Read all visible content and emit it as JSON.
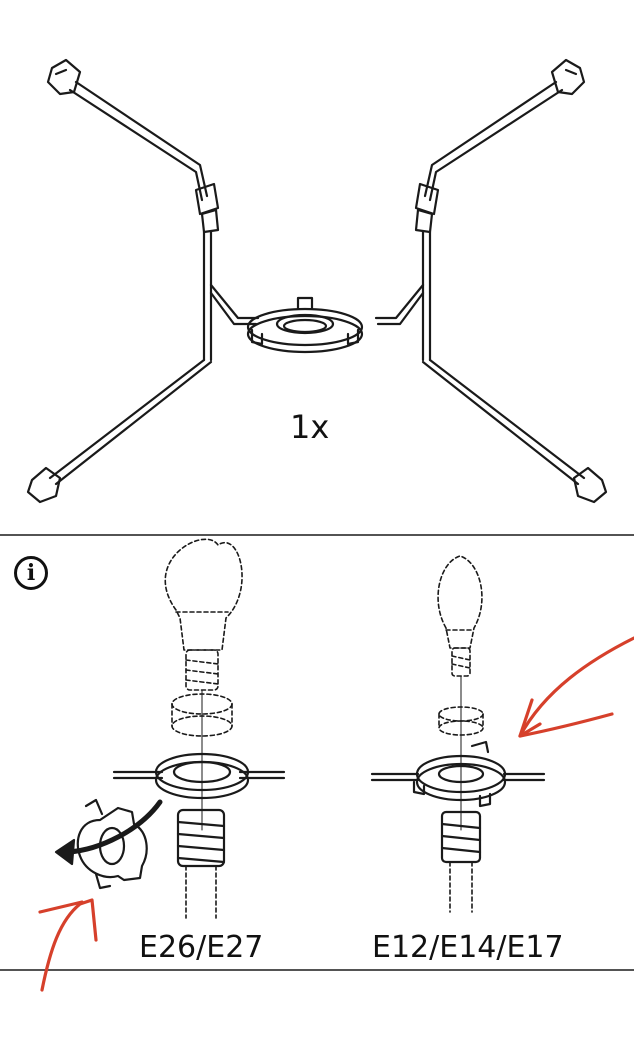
{
  "quantity_label": "1x",
  "info_icon": "info-icon",
  "socket_labels": [
    "E26/E27",
    "E12/E14/E17"
  ],
  "annotation_color": "#d6402b"
}
